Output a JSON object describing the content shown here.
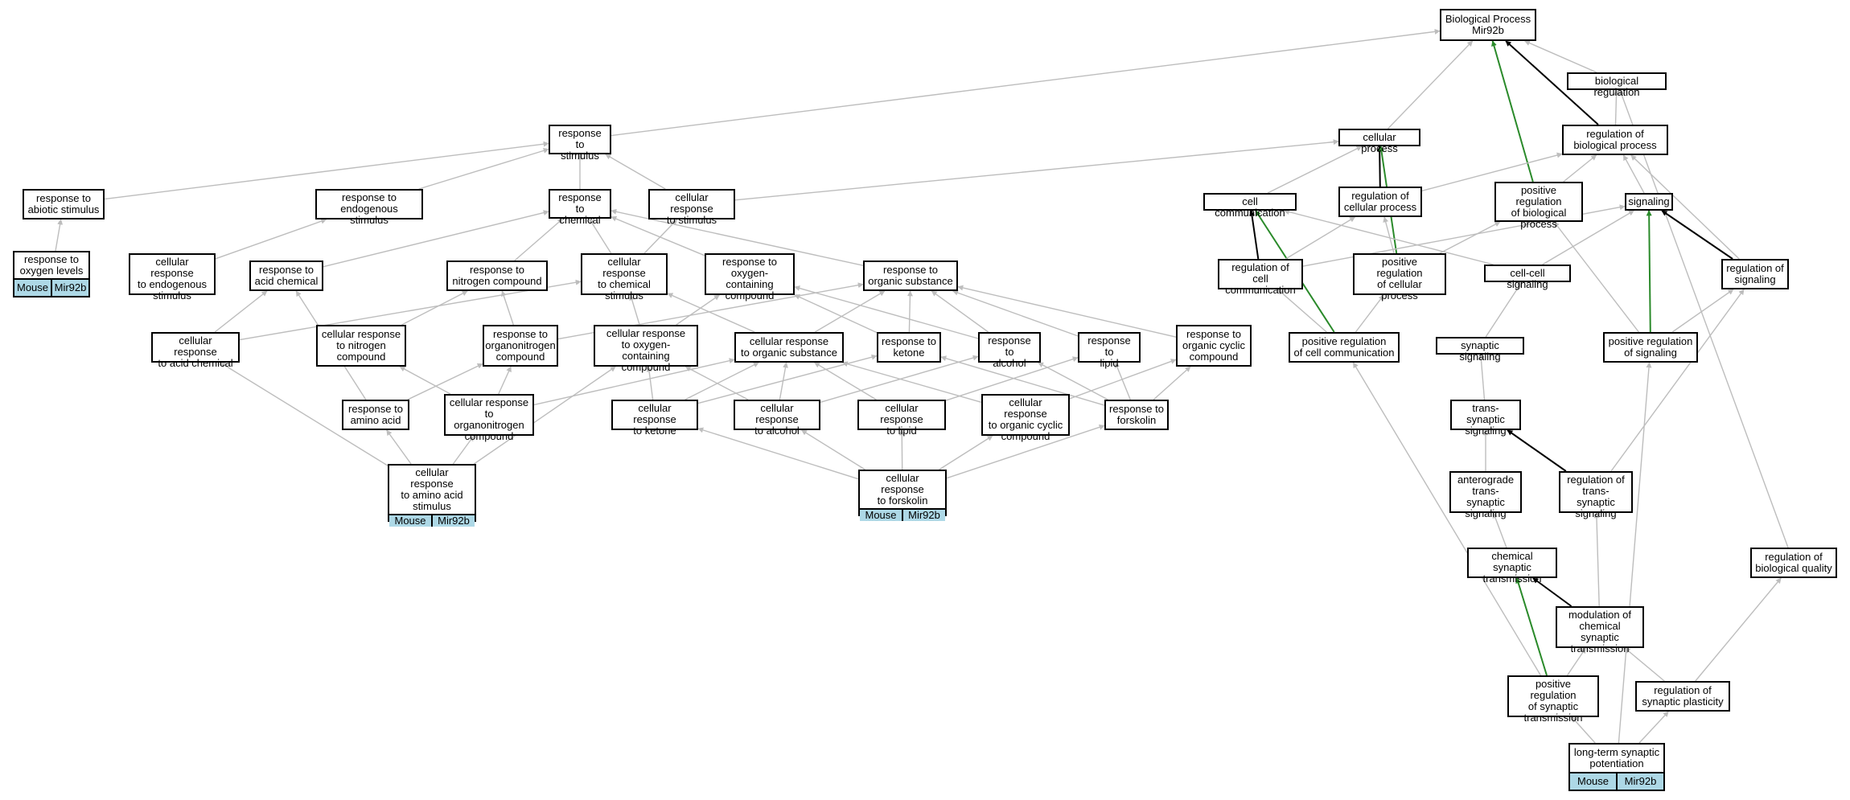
{
  "diagram": {
    "colors": {
      "gray": "#bdbdbd",
      "black": "#000000",
      "green": "#2a8a2a",
      "tag": "#add8e6"
    },
    "nodes": [
      {
        "id": "bp",
        "label": "Biological Process\nMir92b"
      },
      {
        "id": "breg",
        "label": "biological regulation"
      },
      {
        "id": "cp",
        "label": "cellular process"
      },
      {
        "id": "rbp",
        "label": "regulation of\nbiological process"
      },
      {
        "id": "rts",
        "label": "response to\nstimulus"
      },
      {
        "id": "ras",
        "label": "response to\nabiotic stimulus"
      },
      {
        "id": "res",
        "label": "response to\nendogenous stimulus"
      },
      {
        "id": "rtc",
        "label": "response to\nchemical"
      },
      {
        "id": "crs",
        "label": "cellular response\nto stimulus"
      },
      {
        "id": "cc",
        "label": "cell communication"
      },
      {
        "id": "rcp",
        "label": "regulation of\ncellular process"
      },
      {
        "id": "prbp",
        "label": "positive regulation\nof biological\nprocess"
      },
      {
        "id": "sig",
        "label": "signaling"
      },
      {
        "id": "rol",
        "label": "response to\noxygen levels",
        "tags": [
          "Mouse",
          "Mir92b"
        ]
      },
      {
        "id": "cres",
        "label": "cellular response\nto endogenous\nstimulus"
      },
      {
        "id": "rac",
        "label": "response to\nacid chemical"
      },
      {
        "id": "rnc",
        "label": "response to\nnitrogen compound"
      },
      {
        "id": "crcs",
        "label": "cellular response\nto chemical\nstimulus"
      },
      {
        "id": "rocc",
        "label": "response to\noxygen-containing\ncompound"
      },
      {
        "id": "ros",
        "label": "response to\norganic substance"
      },
      {
        "id": "rcc",
        "label": "regulation of\ncell communication"
      },
      {
        "id": "prcp",
        "label": "positive regulation\nof cellular\nprocess"
      },
      {
        "id": "ccs",
        "label": "cell-cell signaling"
      },
      {
        "id": "ros2",
        "label": "regulation of\nsignaling"
      },
      {
        "id": "crac",
        "label": "cellular response\nto acid chemical"
      },
      {
        "id": "crnc",
        "label": "cellular response\nto nitrogen\ncompound"
      },
      {
        "id": "roc",
        "label": "response to\norganonitrogen\ncompound"
      },
      {
        "id": "croc",
        "label": "cellular response\nto oxygen-containing\ncompound"
      },
      {
        "id": "cros",
        "label": "cellular response\nto organic substance"
      },
      {
        "id": "rk",
        "label": "response to\nketone"
      },
      {
        "id": "ra",
        "label": "response to\nalcohol"
      },
      {
        "id": "rl",
        "label": "response to\nlipid"
      },
      {
        "id": "rocy",
        "label": "response to\norganic cyclic\ncompound"
      },
      {
        "id": "prcc",
        "label": "positive regulation\nof cell communication"
      },
      {
        "id": "ss",
        "label": "synaptic signaling"
      },
      {
        "id": "prs",
        "label": "positive regulation\nof signaling"
      },
      {
        "id": "raa",
        "label": "response to\namino acid"
      },
      {
        "id": "croc2",
        "label": "cellular response\nto organonitrogen\ncompound"
      },
      {
        "id": "crk",
        "label": "cellular response\nto ketone"
      },
      {
        "id": "cra",
        "label": "cellular response\nto alcohol"
      },
      {
        "id": "crl",
        "label": "cellular response\nto lipid"
      },
      {
        "id": "crocy",
        "label": "cellular response\nto organic cyclic\ncompound"
      },
      {
        "id": "rf",
        "label": "response to\nforskolin"
      },
      {
        "id": "tss",
        "label": "trans-synaptic\nsignaling"
      },
      {
        "id": "craa",
        "label": "cellular response\nto amino acid\nstimulus",
        "tags": [
          "Mouse",
          "Mir92b"
        ]
      },
      {
        "id": "crf",
        "label": "cellular response\nto forskolin",
        "tags": [
          "Mouse",
          "Mir92b"
        ]
      },
      {
        "id": "ats",
        "label": "anterograde\ntrans-synaptic\nsignaling"
      },
      {
        "id": "rtss",
        "label": "regulation of\ntrans-synaptic\nsignaling"
      },
      {
        "id": "cst",
        "label": "chemical synaptic\ntransmission"
      },
      {
        "id": "rbq",
        "label": "regulation of\nbiological quality"
      },
      {
        "id": "mcst",
        "label": "modulation of\nchemical synaptic\ntransmission"
      },
      {
        "id": "prst",
        "label": "positive regulation\nof synaptic\ntransmission"
      },
      {
        "id": "rsp",
        "label": "regulation of\nsynaptic plasticity"
      },
      {
        "id": "ltp",
        "label": "long-term synaptic\npotentiation",
        "tags": [
          "Mouse",
          "Mir92b"
        ]
      }
    ],
    "edges": [
      {
        "from": "rts",
        "to": "bp",
        "color": "gray"
      },
      {
        "from": "cp",
        "to": "bp",
        "color": "gray"
      },
      {
        "from": "prbp",
        "to": "bp",
        "color": "green"
      },
      {
        "from": "rbp",
        "to": "bp",
        "color": "black"
      },
      {
        "from": "breg",
        "to": "bp",
        "color": "gray"
      },
      {
        "from": "rbp",
        "to": "breg",
        "color": "gray"
      },
      {
        "from": "rbq",
        "to": "breg",
        "color": "gray"
      },
      {
        "from": "cc",
        "to": "cp",
        "color": "gray"
      },
      {
        "from": "rcp",
        "to": "cp",
        "color": "black"
      },
      {
        "from": "prcp",
        "to": "cp",
        "color": "green"
      },
      {
        "from": "crs",
        "to": "cp",
        "color": "gray"
      },
      {
        "from": "rcp",
        "to": "rbp",
        "color": "gray"
      },
      {
        "from": "prbp",
        "to": "rbp",
        "color": "gray"
      },
      {
        "from": "sig",
        "to": "rbp",
        "color": "gray"
      },
      {
        "from": "ros2",
        "to": "rbp",
        "color": "gray"
      },
      {
        "from": "ras",
        "to": "rts",
        "color": "gray"
      },
      {
        "from": "res",
        "to": "rts",
        "color": "gray"
      },
      {
        "from": "rtc",
        "to": "rts",
        "color": "gray"
      },
      {
        "from": "crs",
        "to": "rts",
        "color": "gray"
      },
      {
        "from": "rol",
        "to": "ras",
        "color": "gray"
      },
      {
        "from": "cres",
        "to": "res",
        "color": "gray"
      },
      {
        "from": "rac",
        "to": "rtc",
        "color": "gray"
      },
      {
        "from": "rnc",
        "to": "rtc",
        "color": "gray"
      },
      {
        "from": "crcs",
        "to": "rtc",
        "color": "gray"
      },
      {
        "from": "rocc",
        "to": "rtc",
        "color": "gray"
      },
      {
        "from": "ros",
        "to": "rtc",
        "color": "gray"
      },
      {
        "from": "crcs",
        "to": "crs",
        "color": "gray"
      },
      {
        "from": "rcc",
        "to": "cc",
        "color": "black"
      },
      {
        "from": "prcc",
        "to": "cc",
        "color": "green"
      },
      {
        "from": "ccs",
        "to": "cc",
        "color": "gray"
      },
      {
        "from": "rcc",
        "to": "rcp",
        "color": "gray"
      },
      {
        "from": "prcp",
        "to": "rcp",
        "color": "gray"
      },
      {
        "from": "prcp",
        "to": "prbp",
        "color": "gray"
      },
      {
        "from": "prs",
        "to": "prbp",
        "color": "gray"
      },
      {
        "from": "ccs",
        "to": "sig",
        "color": "gray"
      },
      {
        "from": "ros2",
        "to": "sig",
        "color": "black"
      },
      {
        "from": "prs",
        "to": "sig",
        "color": "green"
      },
      {
        "from": "crac",
        "to": "rac",
        "color": "gray"
      },
      {
        "from": "raa",
        "to": "rac",
        "color": "gray"
      },
      {
        "from": "crnc",
        "to": "rnc",
        "color": "gray"
      },
      {
        "from": "roc",
        "to": "rnc",
        "color": "gray"
      },
      {
        "from": "crac",
        "to": "crcs",
        "color": "gray"
      },
      {
        "from": "croc",
        "to": "crcs",
        "color": "gray"
      },
      {
        "from": "cros",
        "to": "crcs",
        "color": "gray"
      },
      {
        "from": "croc",
        "to": "rocc",
        "color": "gray"
      },
      {
        "from": "rk",
        "to": "rocc",
        "color": "gray"
      },
      {
        "from": "ra",
        "to": "rocc",
        "color": "gray"
      },
      {
        "from": "roc",
        "to": "ros",
        "color": "gray"
      },
      {
        "from": "cros",
        "to": "ros",
        "color": "gray"
      },
      {
        "from": "rk",
        "to": "ros",
        "color": "gray"
      },
      {
        "from": "ra",
        "to": "ros",
        "color": "gray"
      },
      {
        "from": "rl",
        "to": "ros",
        "color": "gray"
      },
      {
        "from": "rocy",
        "to": "ros",
        "color": "gray"
      },
      {
        "from": "prcc",
        "to": "rcc",
        "color": "gray"
      },
      {
        "from": "prcc",
        "to": "prcp",
        "color": "gray"
      },
      {
        "from": "ss",
        "to": "ccs",
        "color": "gray"
      },
      {
        "from": "rtss",
        "to": "ros2",
        "color": "gray"
      },
      {
        "from": "prs",
        "to": "ros2",
        "color": "gray"
      },
      {
        "from": "croc2",
        "to": "crnc",
        "color": "gray"
      },
      {
        "from": "raa",
        "to": "roc",
        "color": "gray"
      },
      {
        "from": "croc2",
        "to": "roc",
        "color": "gray"
      },
      {
        "from": "crk",
        "to": "croc",
        "color": "gray"
      },
      {
        "from": "cra",
        "to": "croc",
        "color": "gray"
      },
      {
        "from": "croc2",
        "to": "cros",
        "color": "gray"
      },
      {
        "from": "crk",
        "to": "cros",
        "color": "gray"
      },
      {
        "from": "cra",
        "to": "cros",
        "color": "gray"
      },
      {
        "from": "crl",
        "to": "cros",
        "color": "gray"
      },
      {
        "from": "crocy",
        "to": "cros",
        "color": "gray"
      },
      {
        "from": "crk",
        "to": "rk",
        "color": "gray"
      },
      {
        "from": "rf",
        "to": "rk",
        "color": "gray"
      },
      {
        "from": "cra",
        "to": "ra",
        "color": "gray"
      },
      {
        "from": "rf",
        "to": "ra",
        "color": "gray"
      },
      {
        "from": "crl",
        "to": "rl",
        "color": "gray"
      },
      {
        "from": "rf",
        "to": "rl",
        "color": "gray"
      },
      {
        "from": "crocy",
        "to": "rocy",
        "color": "gray"
      },
      {
        "from": "rf",
        "to": "rocy",
        "color": "gray"
      },
      {
        "from": "prst",
        "to": "prcc",
        "color": "gray"
      },
      {
        "from": "tss",
        "to": "ss",
        "color": "gray"
      },
      {
        "from": "ltp",
        "to": "prs",
        "color": "gray"
      },
      {
        "from": "craa",
        "to": "raa",
        "color": "gray"
      },
      {
        "from": "craa",
        "to": "croc2",
        "color": "gray"
      },
      {
        "from": "craa",
        "to": "crac",
        "color": "gray"
      },
      {
        "from": "craa",
        "to": "croc",
        "color": "gray"
      },
      {
        "from": "crf",
        "to": "crk",
        "color": "gray"
      },
      {
        "from": "crf",
        "to": "cra",
        "color": "gray"
      },
      {
        "from": "crf",
        "to": "crl",
        "color": "gray"
      },
      {
        "from": "crf",
        "to": "crocy",
        "color": "gray"
      },
      {
        "from": "crf",
        "to": "rf",
        "color": "gray"
      },
      {
        "from": "ats",
        "to": "tss",
        "color": "gray"
      },
      {
        "from": "rtss",
        "to": "tss",
        "color": "black"
      },
      {
        "from": "cst",
        "to": "ats",
        "color": "gray"
      },
      {
        "from": "mcst",
        "to": "cst",
        "color": "black"
      },
      {
        "from": "prst",
        "to": "cst",
        "color": "green"
      },
      {
        "from": "mcst",
        "to": "rtss",
        "color": "gray"
      },
      {
        "from": "prst",
        "to": "mcst",
        "color": "gray"
      },
      {
        "from": "rsp",
        "to": "mcst",
        "color": "gray"
      },
      {
        "from": "ltp",
        "to": "prst",
        "color": "gray"
      },
      {
        "from": "ltp",
        "to": "rsp",
        "color": "gray"
      },
      {
        "from": "rsp",
        "to": "rbq",
        "color": "gray"
      },
      {
        "from": "rcc",
        "to": "sig",
        "color": "gray"
      }
    ]
  }
}
